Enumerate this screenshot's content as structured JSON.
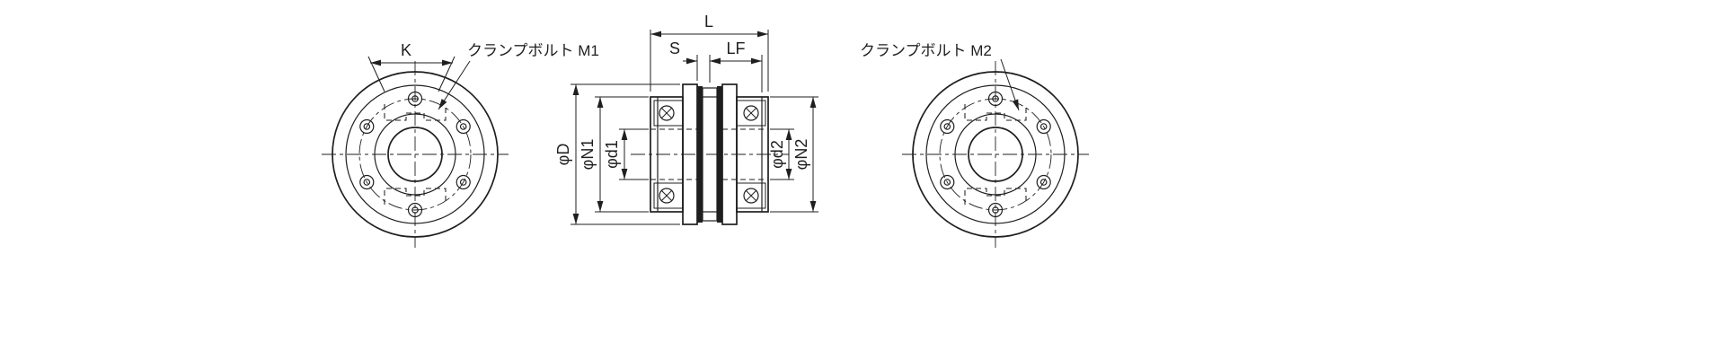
{
  "labels": {
    "k": "K",
    "l": "L",
    "s": "S",
    "lf": "LF",
    "phi_d": "φD",
    "phi_n1": "φN1",
    "phi_d1": "φd1",
    "phi_d2": "φd2",
    "phi_n2": "φN2",
    "clamp_bolt_m1": "クランプボルト M1",
    "clamp_bolt_m2": "クランプボルト M2"
  },
  "colors": {
    "line": "#1f1f1f",
    "background": "#ffffff"
  }
}
